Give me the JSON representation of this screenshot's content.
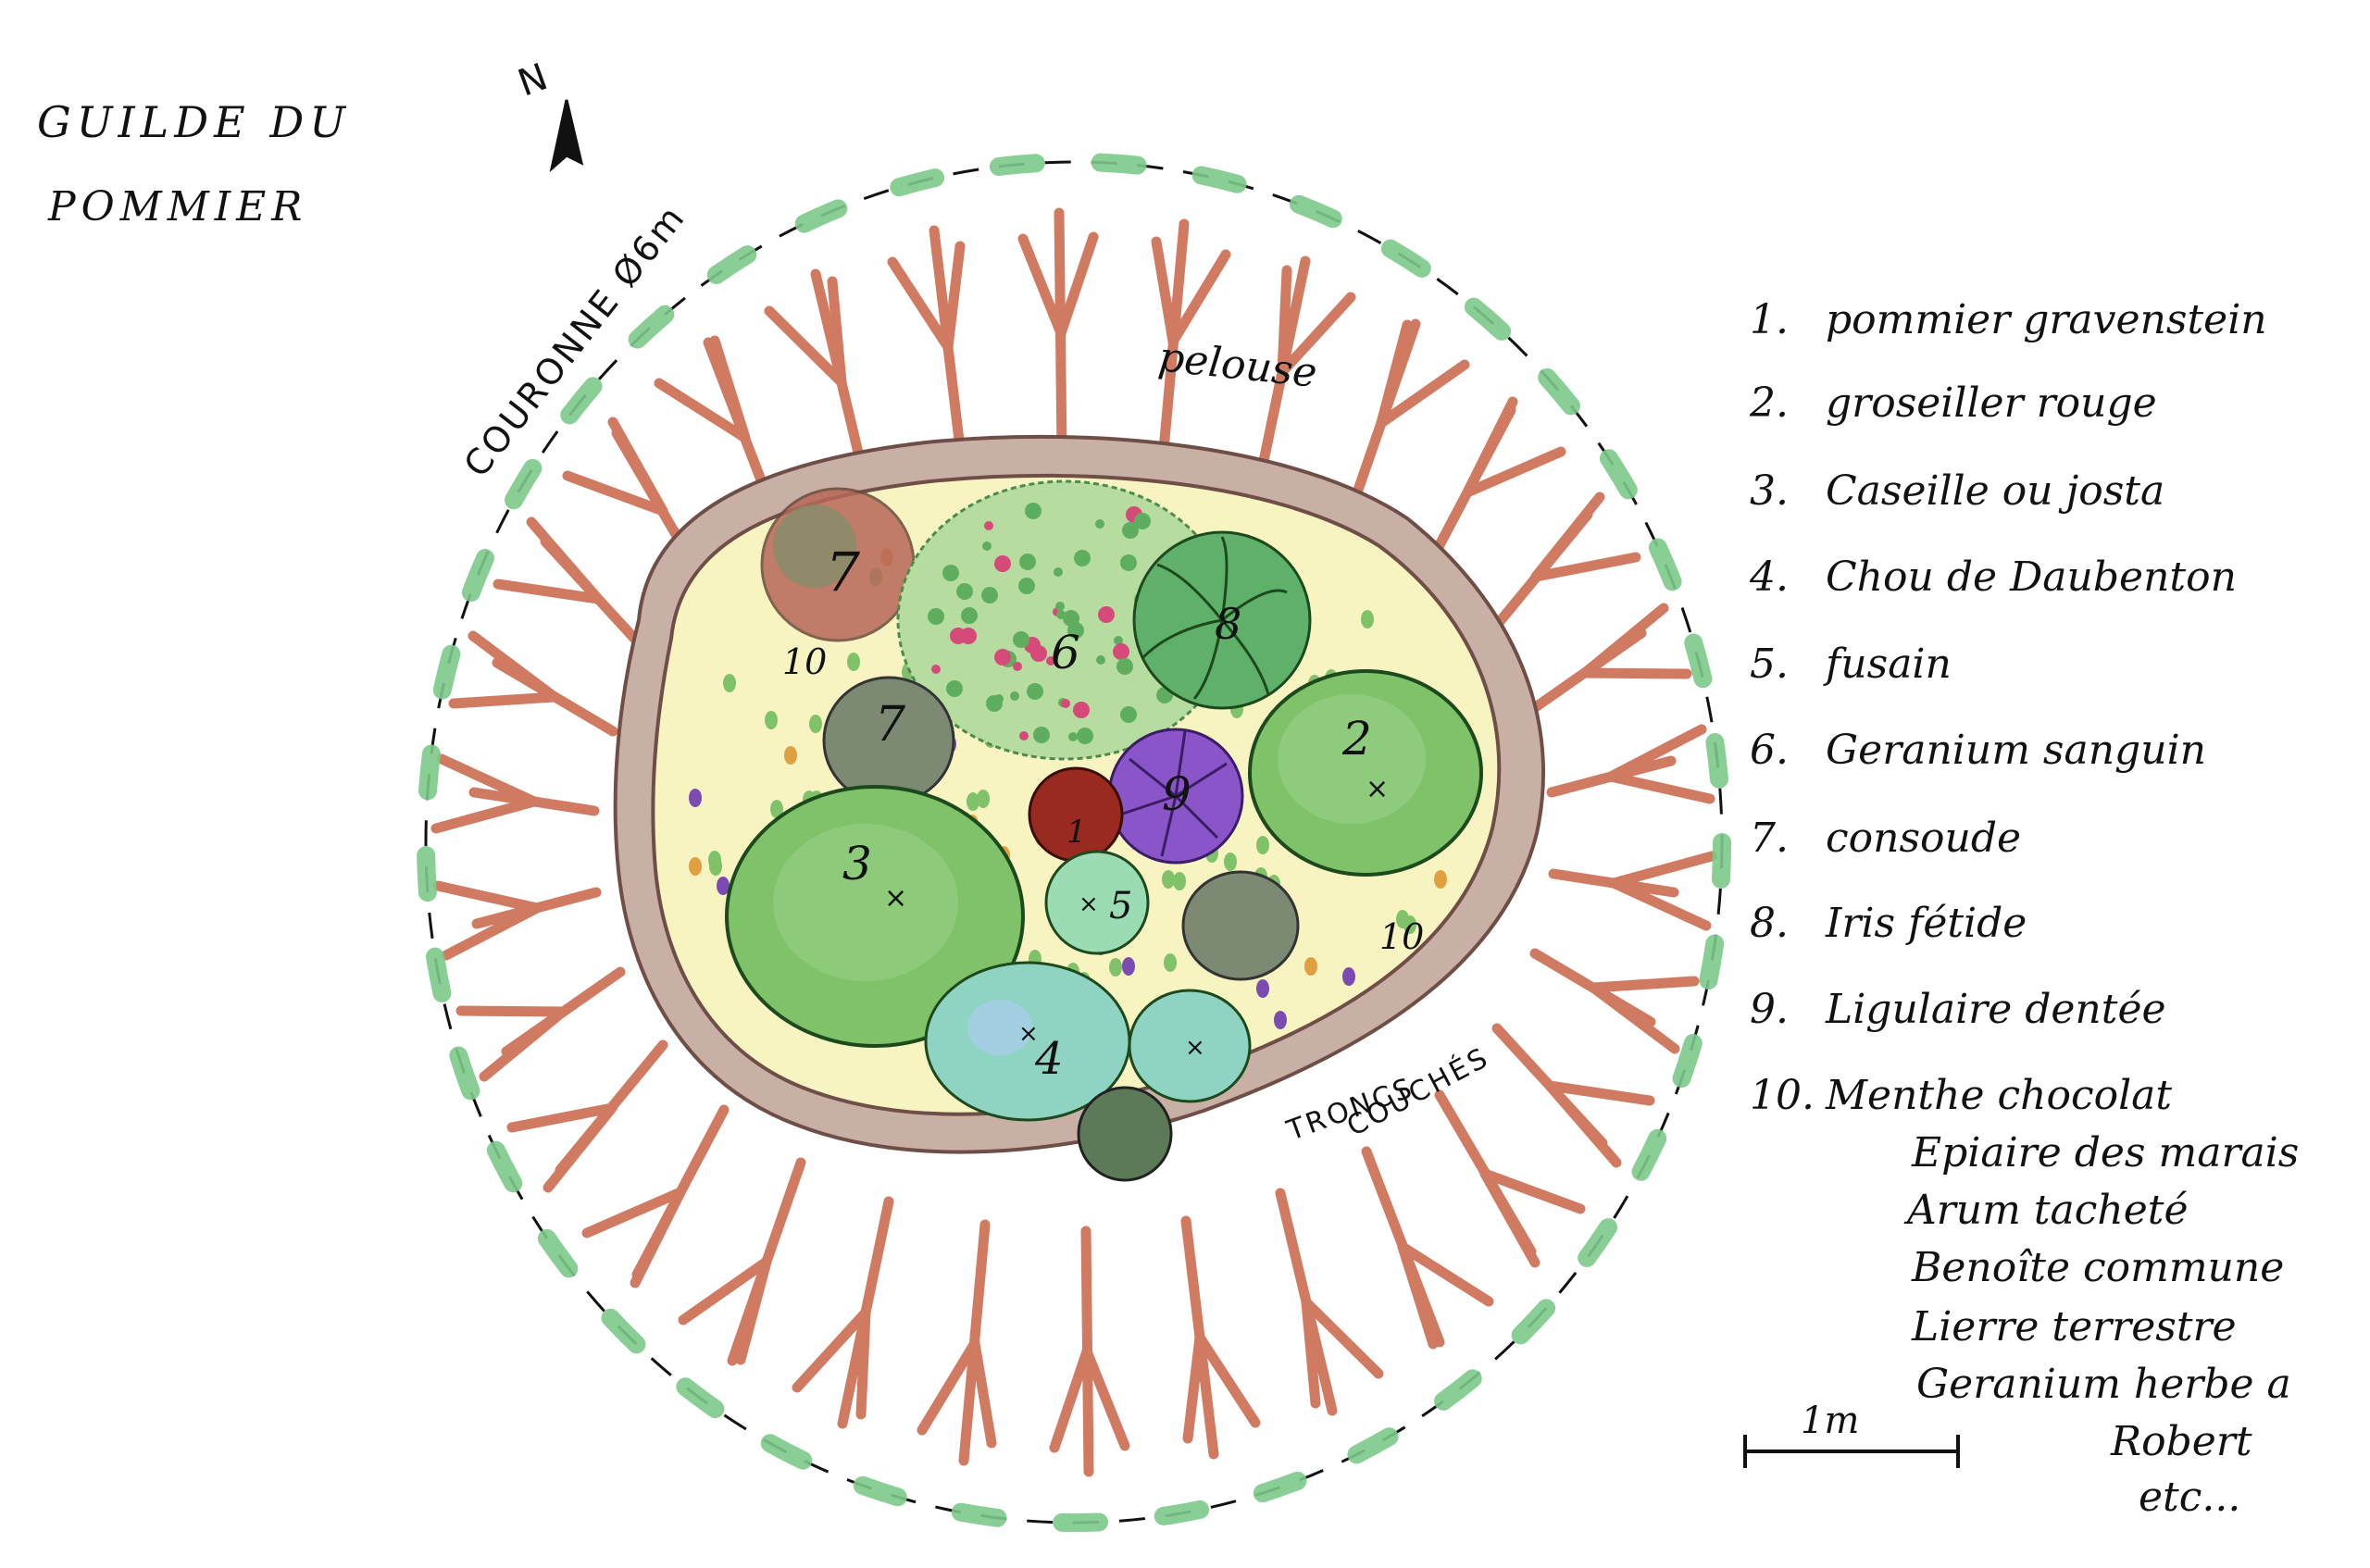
{
  "title": {
    "line1": "GUILDE DU",
    "line2": "POMMIER"
  },
  "north_label": "N",
  "crown_label": "COURONNE Ø6m",
  "lawn_label": "pelouse",
  "logs_label": {
    "line1": "TRONCS",
    "line2": "COUCHÉS"
  },
  "plant_markers": [
    {
      "number": "1",
      "plant": "pommier gravenstein",
      "color": "#9a2a1f"
    },
    {
      "number": "2",
      "plant": "groseiller rouge",
      "color": "#7fc26a"
    },
    {
      "number": "3",
      "plant": "Caseille ou josta",
      "color": "#7fc26a"
    },
    {
      "number": "4",
      "plant": "Chou de Daubenton",
      "color": "#8fd3c3"
    },
    {
      "number": "5",
      "plant": "fusain",
      "color": "#9bdcb5"
    },
    {
      "number": "6",
      "plant": "Geranium sanguin",
      "color": "#b6dca0"
    },
    {
      "number": "7",
      "plant": "consoude",
      "color": "#7d8a73"
    },
    {
      "number": "8",
      "plant": "Iris fétide",
      "color": "#5fb06a"
    },
    {
      "number": "9",
      "plant": "Ligulaire dentée",
      "color": "#8a55c8"
    },
    {
      "number": "10",
      "plant": "Menthe chocolat",
      "color": "#e3a84a"
    }
  ],
  "legend": {
    "items": [
      {
        "num": "1.",
        "text": "pommier gravenstein"
      },
      {
        "num": "2.",
        "text": "groseiller rouge"
      },
      {
        "num": "3.",
        "text": "Caseille ou josta"
      },
      {
        "num": "4.",
        "text": "Chou de Daubenton"
      },
      {
        "num": "5.",
        "text": "fusain"
      },
      {
        "num": "6.",
        "text": "Geranium sanguin"
      },
      {
        "num": "7.",
        "text": "consoude"
      },
      {
        "num": "8.",
        "text": "Iris fétide"
      },
      {
        "num": "9.",
        "text": "Ligulaire dentée"
      },
      {
        "num": "10.",
        "text": "Menthe chocolat"
      }
    ],
    "extra": [
      "Epiaire des marais",
      "Arum tacheté",
      "Benoîte commune",
      "Lierre terrestre",
      "Geranium herbe a",
      "Robert",
      "etc..."
    ]
  },
  "scale_bar_label": "1m",
  "colors": {
    "roots": "#d07a62",
    "crown_dash": "#7cc98a",
    "border": "#b89b90",
    "bed_fill": "#f7f4c2",
    "leaf_green": "#7fc26a",
    "purple": "#7a4bb0",
    "orange": "#e0a040"
  }
}
